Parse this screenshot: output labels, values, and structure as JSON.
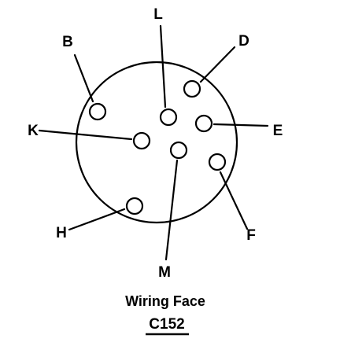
{
  "caption": {
    "title": "Wiring Face",
    "connector_id": "C152"
  },
  "pins": [
    {
      "id": "B",
      "label": "B"
    },
    {
      "id": "L",
      "label": "L"
    },
    {
      "id": "D",
      "label": "D"
    },
    {
      "id": "K",
      "label": "K"
    },
    {
      "id": "E",
      "label": "E"
    },
    {
      "id": "H",
      "label": "H"
    },
    {
      "id": "F",
      "label": "F"
    },
    {
      "id": "M",
      "label": "M"
    }
  ],
  "colors": {
    "ink": "#000000",
    "background": "#ffffff"
  }
}
